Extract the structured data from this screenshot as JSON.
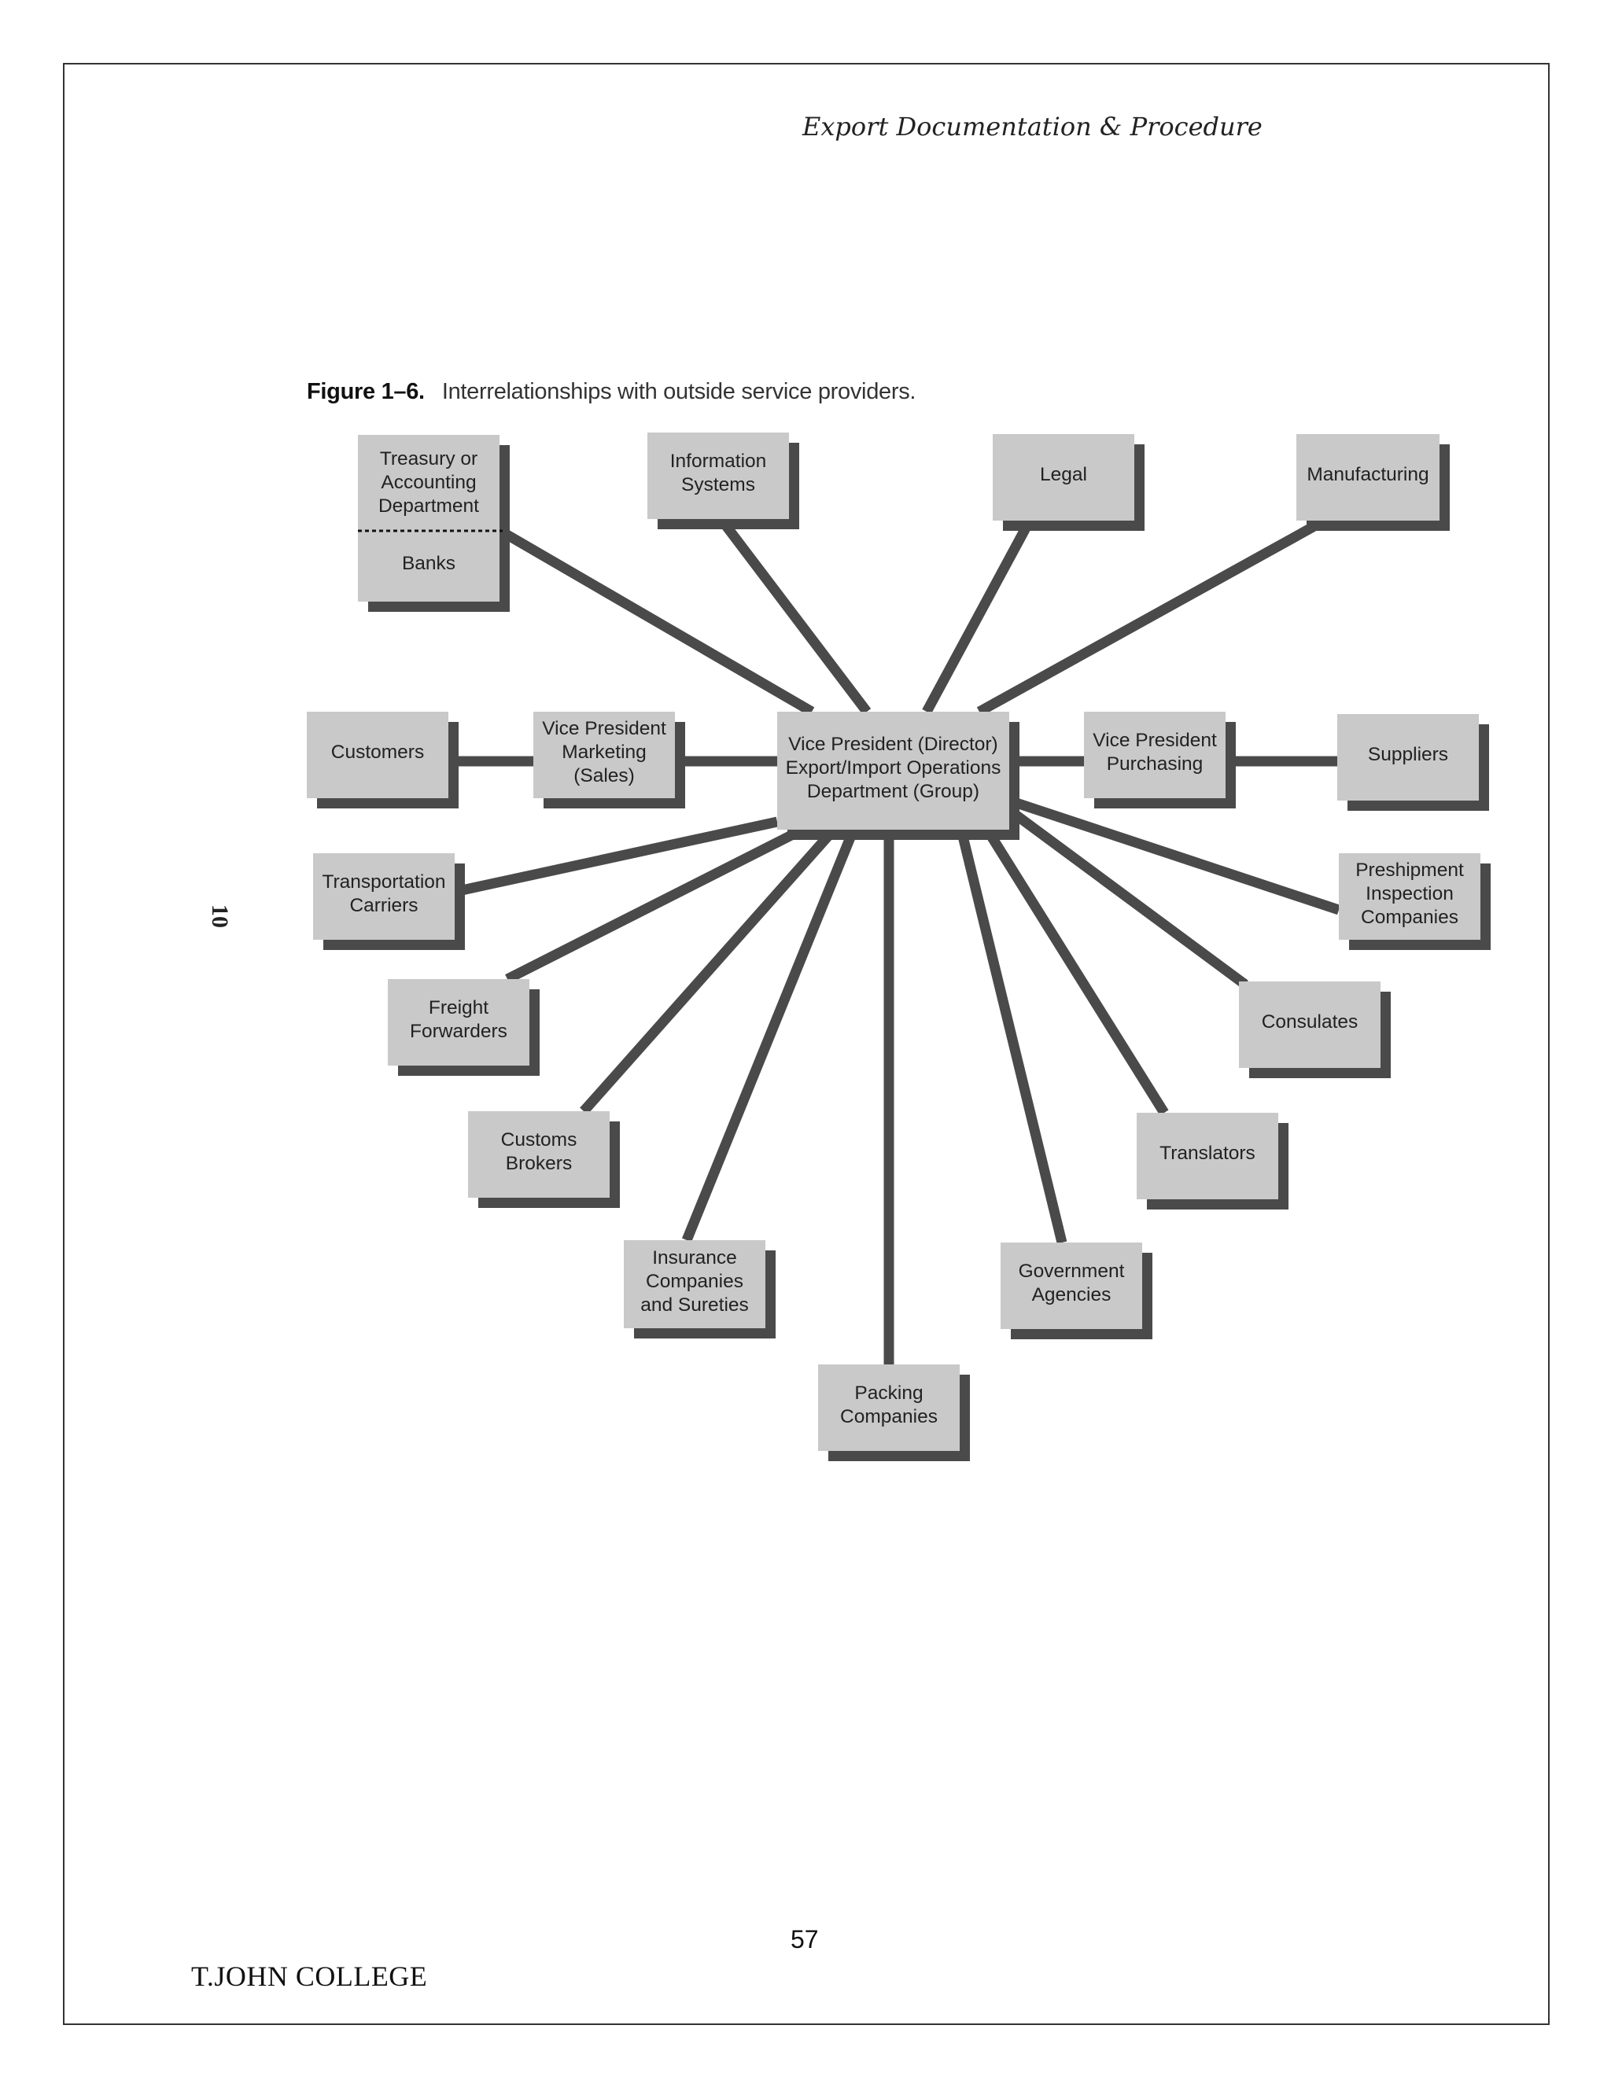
{
  "header": {
    "running_title": "Export Documentation & Procedure"
  },
  "figure": {
    "number": "Figure 1–6.",
    "caption": "Interrelationships with outside service providers.",
    "center": {
      "id": "center",
      "lines": [
        "Vice President (Director)",
        "Export/Import Operations",
        "Department (Group)"
      ]
    },
    "nodes": [
      {
        "id": "treasury",
        "lines": [
          "Treasury or",
          "Accounting",
          "Department"
        ]
      },
      {
        "id": "banks",
        "lines": [
          "Banks"
        ]
      },
      {
        "id": "information-systems",
        "lines": [
          "Information",
          "Systems"
        ]
      },
      {
        "id": "legal",
        "lines": [
          "Legal"
        ]
      },
      {
        "id": "manufacturing",
        "lines": [
          "Manufacturing"
        ]
      },
      {
        "id": "customers",
        "lines": [
          "Customers"
        ]
      },
      {
        "id": "vp-marketing",
        "lines": [
          "Vice President",
          "Marketing",
          "(Sales)"
        ]
      },
      {
        "id": "vp-purchasing",
        "lines": [
          "Vice President",
          "Purchasing"
        ]
      },
      {
        "id": "suppliers",
        "lines": [
          "Suppliers"
        ]
      },
      {
        "id": "transportation-carriers",
        "lines": [
          "Transportation",
          "Carriers"
        ]
      },
      {
        "id": "preshipment",
        "lines": [
          "Preshipment",
          "Inspection",
          "Companies"
        ]
      },
      {
        "id": "freight-forwarders",
        "lines": [
          "Freight",
          "Forwarders"
        ]
      },
      {
        "id": "consulates",
        "lines": [
          "Consulates"
        ]
      },
      {
        "id": "customs-brokers",
        "lines": [
          "Customs",
          "Brokers"
        ]
      },
      {
        "id": "translators",
        "lines": [
          "Translators"
        ]
      },
      {
        "id": "insurance",
        "lines": [
          "Insurance",
          "Companies",
          "and Sureties"
        ]
      },
      {
        "id": "government",
        "lines": [
          "Government",
          "Agencies"
        ]
      },
      {
        "id": "packing",
        "lines": [
          "Packing",
          "Companies"
        ]
      }
    ],
    "edges": [
      [
        "center",
        "treasury"
      ],
      [
        "center",
        "information-systems"
      ],
      [
        "center",
        "legal"
      ],
      [
        "center",
        "manufacturing"
      ],
      [
        "center",
        "vp-marketing"
      ],
      [
        "vp-marketing",
        "customers"
      ],
      [
        "center",
        "vp-purchasing"
      ],
      [
        "vp-purchasing",
        "suppliers"
      ],
      [
        "center",
        "transportation-carriers"
      ],
      [
        "center",
        "preshipment"
      ],
      [
        "center",
        "freight-forwarders"
      ],
      [
        "center",
        "consulates"
      ],
      [
        "center",
        "customs-brokers"
      ],
      [
        "center",
        "translators"
      ],
      [
        "center",
        "insurance"
      ],
      [
        "center",
        "government"
      ],
      [
        "center",
        "packing"
      ]
    ]
  },
  "side_page_number": "10",
  "footer": {
    "page_number": "57",
    "institution": "T.JOHN COLLEGE"
  }
}
